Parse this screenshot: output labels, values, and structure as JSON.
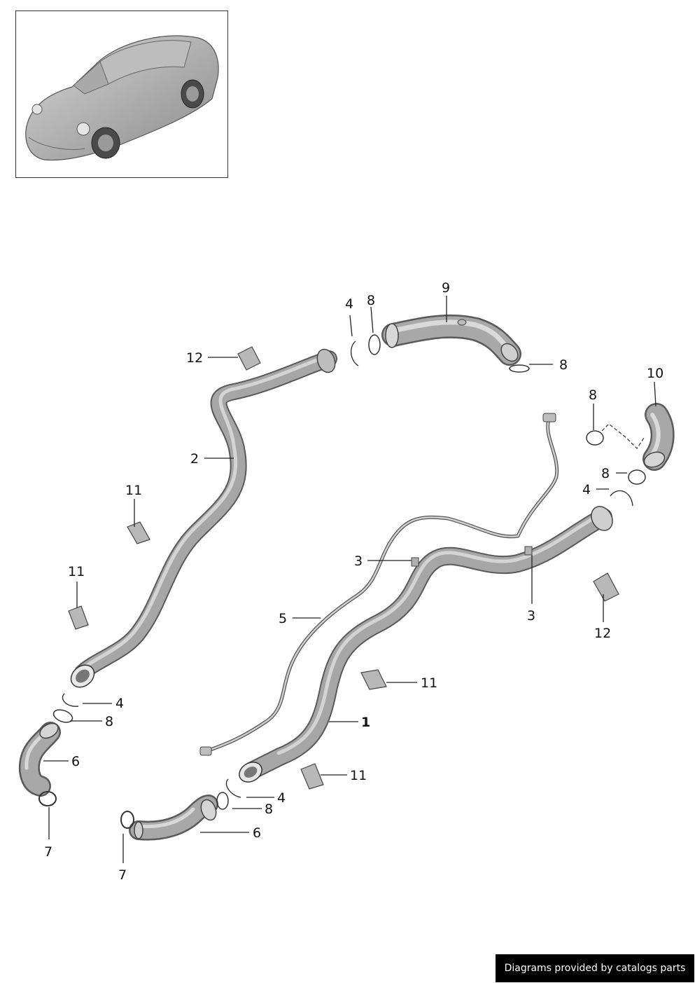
{
  "parts": {
    "n1": "1",
    "n2": "2",
    "n3a": "3",
    "n3b": "3",
    "n4a": "4",
    "n4b": "4",
    "n4c": "4",
    "n4d": "4",
    "n5": "5",
    "n6a": "6",
    "n6b": "6",
    "n7a": "7",
    "n7b": "7",
    "n8a": "8",
    "n8b": "8",
    "n8c": "8",
    "n8d": "8",
    "n8e": "8",
    "n8f": "8",
    "n9": "9",
    "n10": "10",
    "n11a": "11",
    "n11b": "11",
    "n11c": "11",
    "n11d": "11",
    "n12a": "12",
    "n12b": "12"
  },
  "footer": {
    "credit": "Diagrams provided by catalogs parts"
  },
  "colors": {
    "hose": "#9a9a9a",
    "hose_dark": "#6e6e6e",
    "hose_light": "#c8c8c8",
    "background": "#ffffff",
    "credit_bg": "#000000"
  }
}
